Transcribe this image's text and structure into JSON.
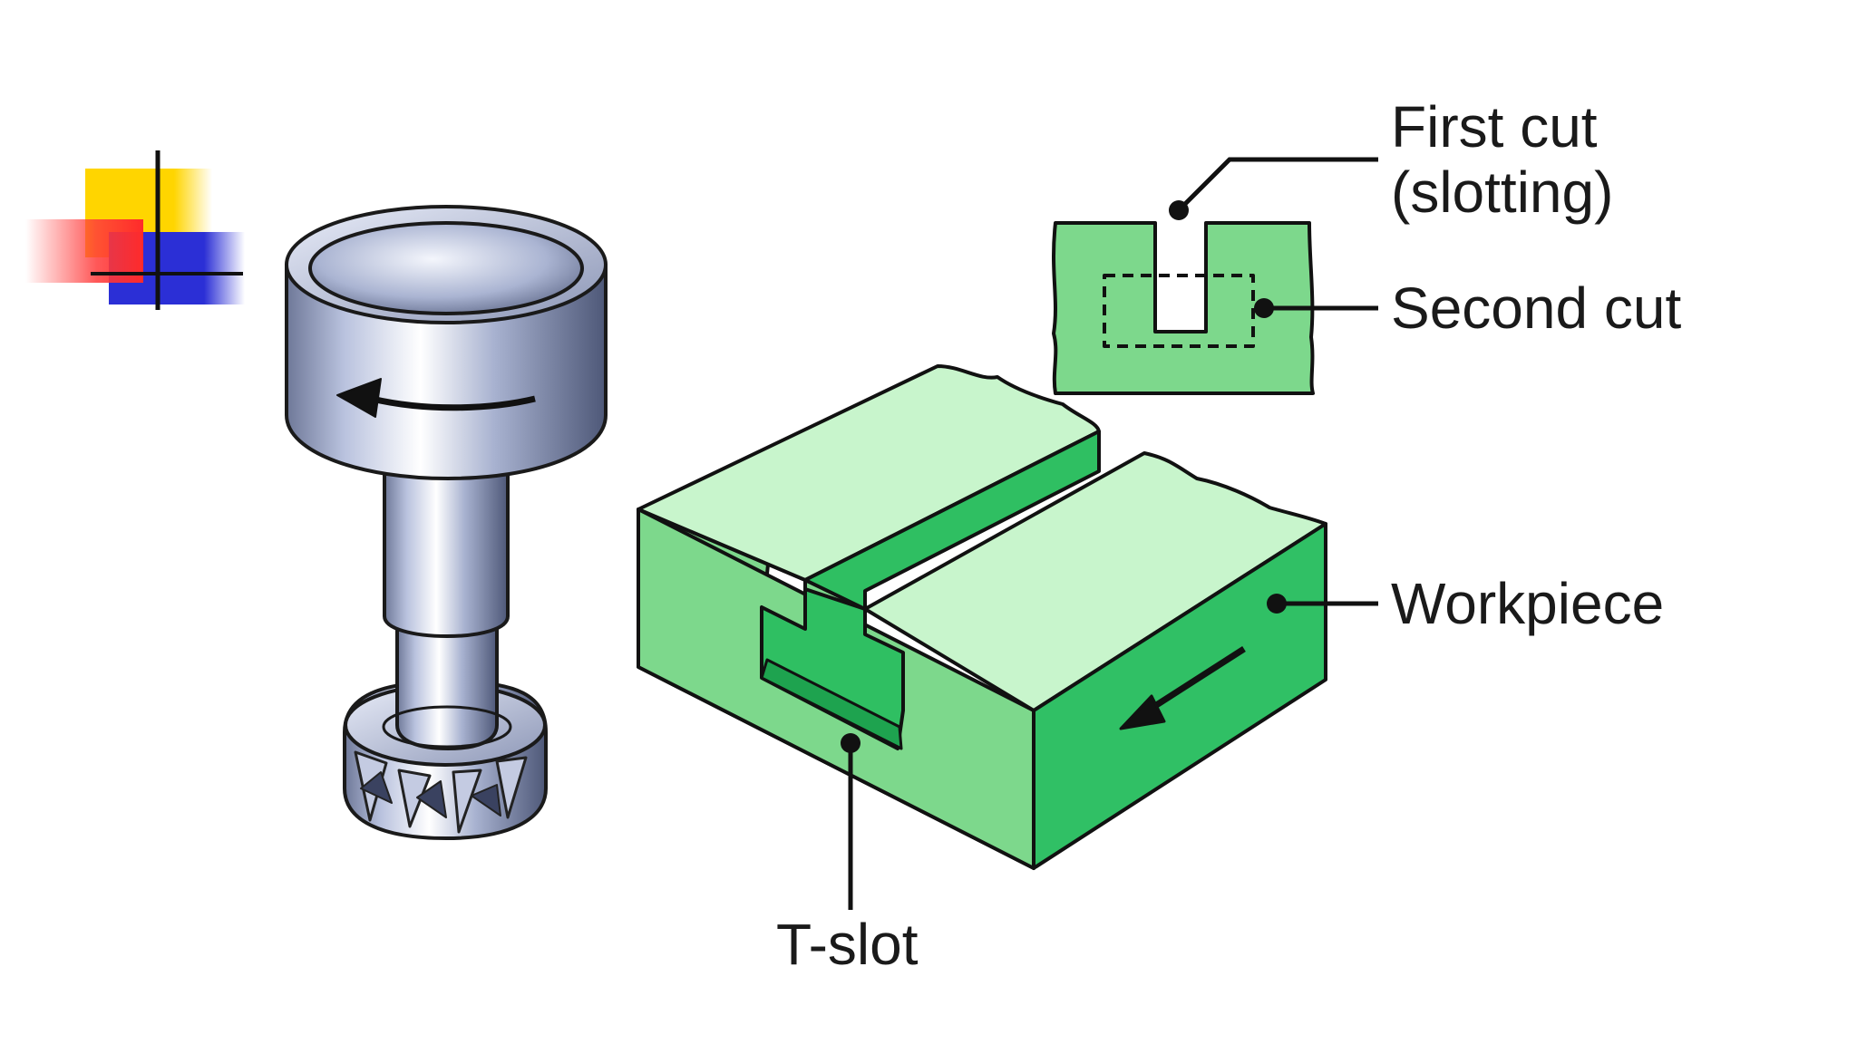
{
  "slide": {
    "logo_icon": "ppt-title-accent-squares",
    "colors": {
      "workpiece_light": "#c8f5cc",
      "workpiece_mid": "#7dd88c",
      "workpiece_dark": "#24b559",
      "tool_steel": "#9aa6c8",
      "accent_yellow": "#ffd500",
      "accent_red": "#ff3b3b",
      "accent_blue": "#2b2fd6"
    }
  },
  "diagram": {
    "labels": {
      "first_cut_line1": "First cut",
      "first_cut_line2": "(slotting)",
      "second_cut": "Second cut",
      "workpiece": "Workpiece",
      "t_slot": "T-slot"
    }
  }
}
